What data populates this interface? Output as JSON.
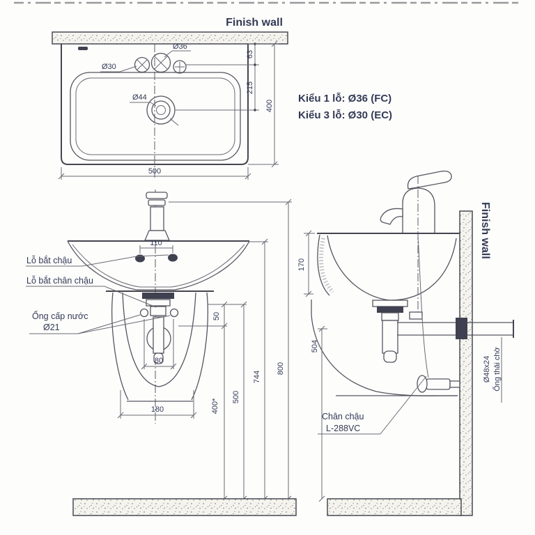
{
  "drawing": {
    "title_top": "Finish wall",
    "title_side": "Finish wall",
    "top_view": {
      "hole_label_center": "Ø36",
      "hole_label_left": "Ø30",
      "drain_label": "Ø44",
      "dim_63": "63",
      "dim_215": "215",
      "dim_400": "400",
      "dim_500": "500",
      "note_line1": "Kiểu 1 lỗ: Ø36 (FC)",
      "note_line2": "Kiểu 3 lỗ: Ø30 (EC)"
    },
    "front_view": {
      "dim_110": "110",
      "dim_80": "80",
      "dim_180": "180",
      "dim_50": "50",
      "dim_400": "400*",
      "dim_500": "500",
      "dim_744": "744",
      "dim_800": "800",
      "label_basin_hole": "Lỗ bắt chậu",
      "label_pedestal_hole": "Lỗ bắt chân chậu",
      "label_supply_1": "Ống cấp nước",
      "label_supply_2": "Ø21"
    },
    "side_view": {
      "dim_170": "170",
      "dim_504": "504",
      "label_pipe_size": "Ø48x24",
      "label_waste_pipe": "Ống thải chờ",
      "label_pedestal_1": "Chân chậu",
      "label_pedestal_2": "L-288VC"
    }
  }
}
